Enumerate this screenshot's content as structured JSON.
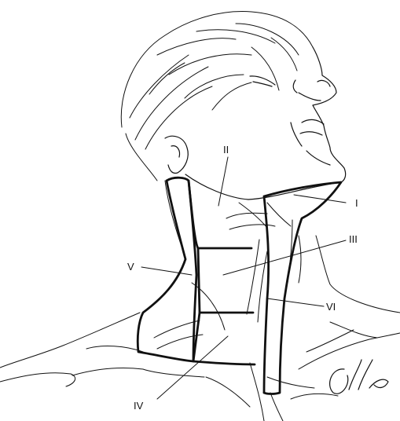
{
  "labels": {
    "level_1": "I",
    "level_2": "II",
    "level_3": "III",
    "level_4": "IV",
    "level_5": "V",
    "level_6": "VI"
  },
  "colors": {
    "ink": "#111111",
    "background": "#ffffff"
  }
}
